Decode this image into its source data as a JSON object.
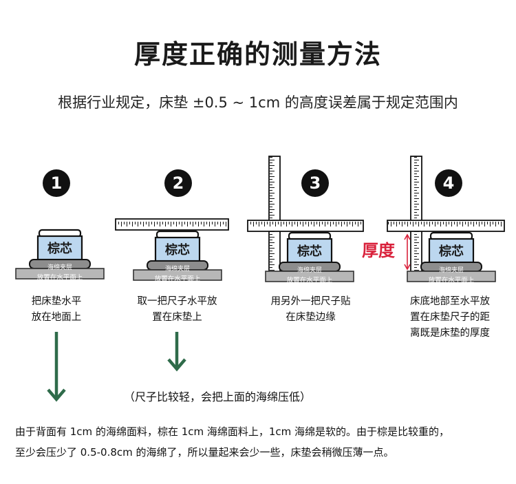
{
  "title": "厚度正确的测量方法",
  "subtitle": "根据行业规定，床垫 ±0.5 ~ 1cm 的高度误差属于规定范围内",
  "steps": [
    {
      "num": "1",
      "caption_line1": "把床垫水平",
      "caption_line2": "放在地面上",
      "caption_line3": ""
    },
    {
      "num": "2",
      "caption_line1": "取一把尺子水平放",
      "caption_line2": "置在床垫上",
      "caption_line3": ""
    },
    {
      "num": "3",
      "caption_line1": "用另外一把尺子贴",
      "caption_line2": "在床垫边缘",
      "caption_line3": ""
    },
    {
      "num": "4",
      "caption_line1": "床底地部至水平放",
      "caption_line2": "置在床垫尺子的距",
      "caption_line3": "离既是床垫的厚度"
    }
  ],
  "mattress_labels": {
    "core": "棕芯",
    "layer": "海绵夹层",
    "base": "放置在水平面上"
  },
  "thickness_label": "厚度",
  "note": "（尺子比较轻，会把上面的海绵压低）",
  "bottom_text": {
    "line1": "由于背面有 1cm 的海绵面料，棕在 1cm 海绵面料上，1cm 海绵是软的。由于棕是比较重的，",
    "line2": "至少会压少了 0.5-0.8cm 的海绵了，所以量起来会少一些，床垫会稍微压薄一点。"
  },
  "colors": {
    "core_fill": "#bcd7ef",
    "arrow": "#2f6b4a",
    "thickness_red": "#d9213b",
    "gray": "#9a9a9a"
  }
}
